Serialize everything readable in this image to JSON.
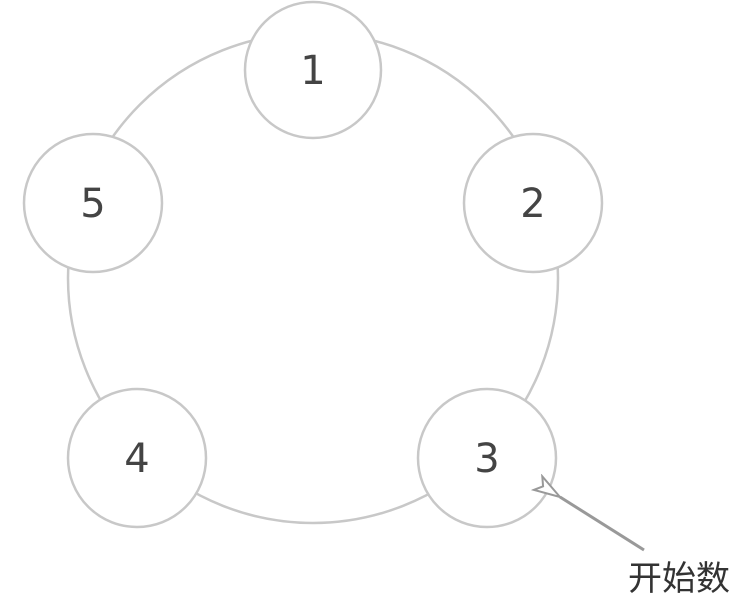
{
  "nodes": [
    {
      "label": "1"
    },
    {
      "label": "2"
    },
    {
      "label": "3"
    },
    {
      "label": "4"
    },
    {
      "label": "5"
    }
  ],
  "annotation": {
    "label": "开始数",
    "points_to": "3"
  },
  "colors": {
    "stroke": "#c8c8c8",
    "arrow": "#999999",
    "text": "#444444"
  }
}
